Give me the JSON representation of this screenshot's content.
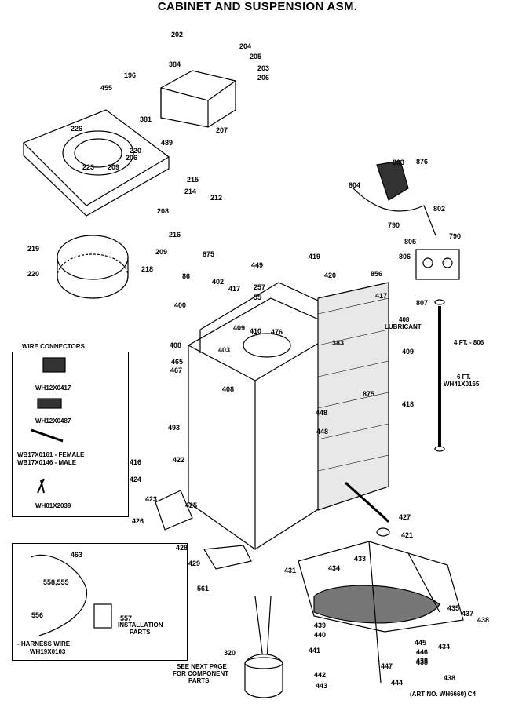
{
  "title": "CABINET AND SUSPENSION ASM.",
  "art_no": "(ART NO. WH6660) C4",
  "sections": {
    "wire_connectors": {
      "heading": "WIRE CONNECTORS",
      "items": [
        "WH12X0417",
        "WH12X0487",
        "WB17X0161 - FEMALE",
        "WB17X0146 - MALE",
        "WH01X2039"
      ]
    },
    "harness": {
      "harness_label": "- HARNESS WIRE",
      "harness_part": "WH19X0103",
      "instructions_label": "INSTALLATION",
      "instructions_sub": "PARTS"
    }
  },
  "notes": {
    "see_next_page_1": "SEE NEXT PAGE",
    "see_next_page_2": "FOR COMPONENT",
    "see_next_page_3": "PARTS",
    "hose_4ft": "4 FT. - 806",
    "hose_6ft_1": "6 FT.",
    "hose_6ft_2": "WH41X0165",
    "lubricant_1": "408",
    "lubricant_2": "LUBRICANT"
  },
  "callouts": [
    "202",
    "204",
    "205",
    "203",
    "206",
    "384",
    "196",
    "455",
    "381",
    "226",
    "207",
    "489",
    "220",
    "206",
    "223",
    "209",
    "215",
    "214",
    "212",
    "208",
    "216",
    "875",
    "219",
    "209",
    "218",
    "220",
    "876",
    "803",
    "804",
    "802",
    "790",
    "790",
    "805",
    "806",
    "449",
    "419",
    "420",
    "856",
    "86",
    "402",
    "417",
    "257",
    "55",
    "417",
    "807",
    "400",
    "409",
    "410",
    "476",
    "403",
    "408",
    "465",
    "467",
    "408",
    "493",
    "383",
    "409",
    "448",
    "875",
    "418",
    "448",
    "416",
    "422",
    "424",
    "423",
    "425",
    "426",
    "428",
    "429",
    "427",
    "421",
    "463",
    "558,555",
    "556",
    "557",
    "561",
    "431",
    "434",
    "433",
    "435",
    "437",
    "438",
    "439",
    "440",
    "445",
    "446",
    "438",
    "434",
    "441",
    "447",
    "438",
    "442",
    "444",
    "443",
    "320",
    "438"
  ]
}
